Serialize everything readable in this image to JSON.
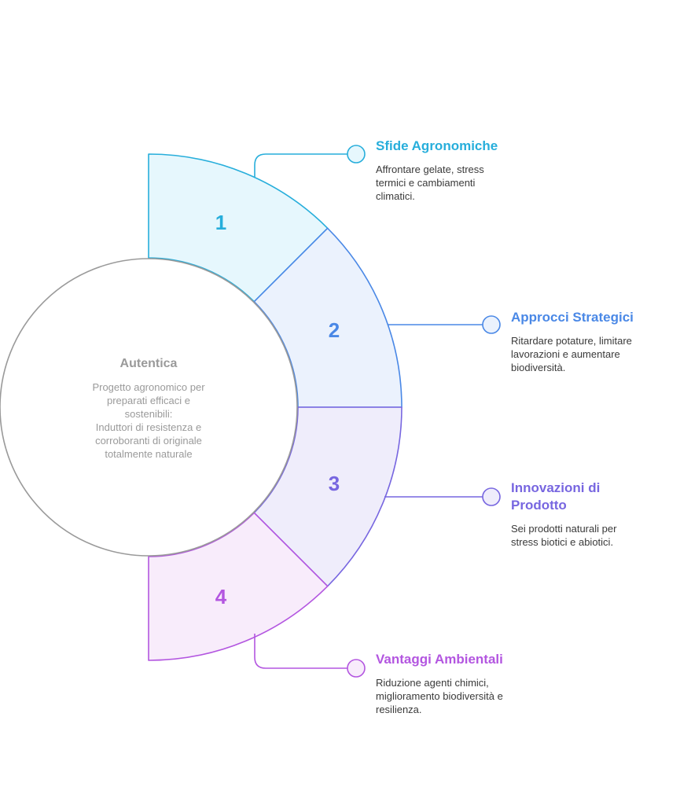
{
  "center": {
    "title": "Autentica",
    "description_lines": [
      "Progetto agronomico per",
      "preparati efficaci e",
      "sostenibili:",
      "Induttori di resistenza e",
      "corroboranti di originale",
      "totalmente naturale"
    ],
    "color": "#9a9a9a"
  },
  "segments": [
    {
      "number": "1",
      "title": "Sfide Agronomiche",
      "description_lines": [
        "Affrontare gelate, stress",
        "termici e cambiamenti",
        "climatici."
      ],
      "color": "#27aedb",
      "fill": "#e6f7fd"
    },
    {
      "number": "2",
      "title": "Approcci Strategici",
      "description_lines": [
        "Ritardare potature, limitare",
        "lavorazioni e aumentare",
        "biodiversità."
      ],
      "color": "#4a88e6",
      "fill": "#ebf2fd"
    },
    {
      "number": "3",
      "title_lines": [
        "Innovazioni di",
        "Prodotto"
      ],
      "description_lines": [
        "Sei prodotti naturali per",
        "stress biotici e abiotici."
      ],
      "color": "#7766e0",
      "fill": "#efedfb"
    },
    {
      "number": "4",
      "title": "Vantaggi Ambientali",
      "description_lines": [
        "Riduzione agenti chimici,",
        "miglioramento biodiversità e",
        "resilienza."
      ],
      "color": "#b356e0",
      "fill": "#f8ecfb"
    }
  ]
}
